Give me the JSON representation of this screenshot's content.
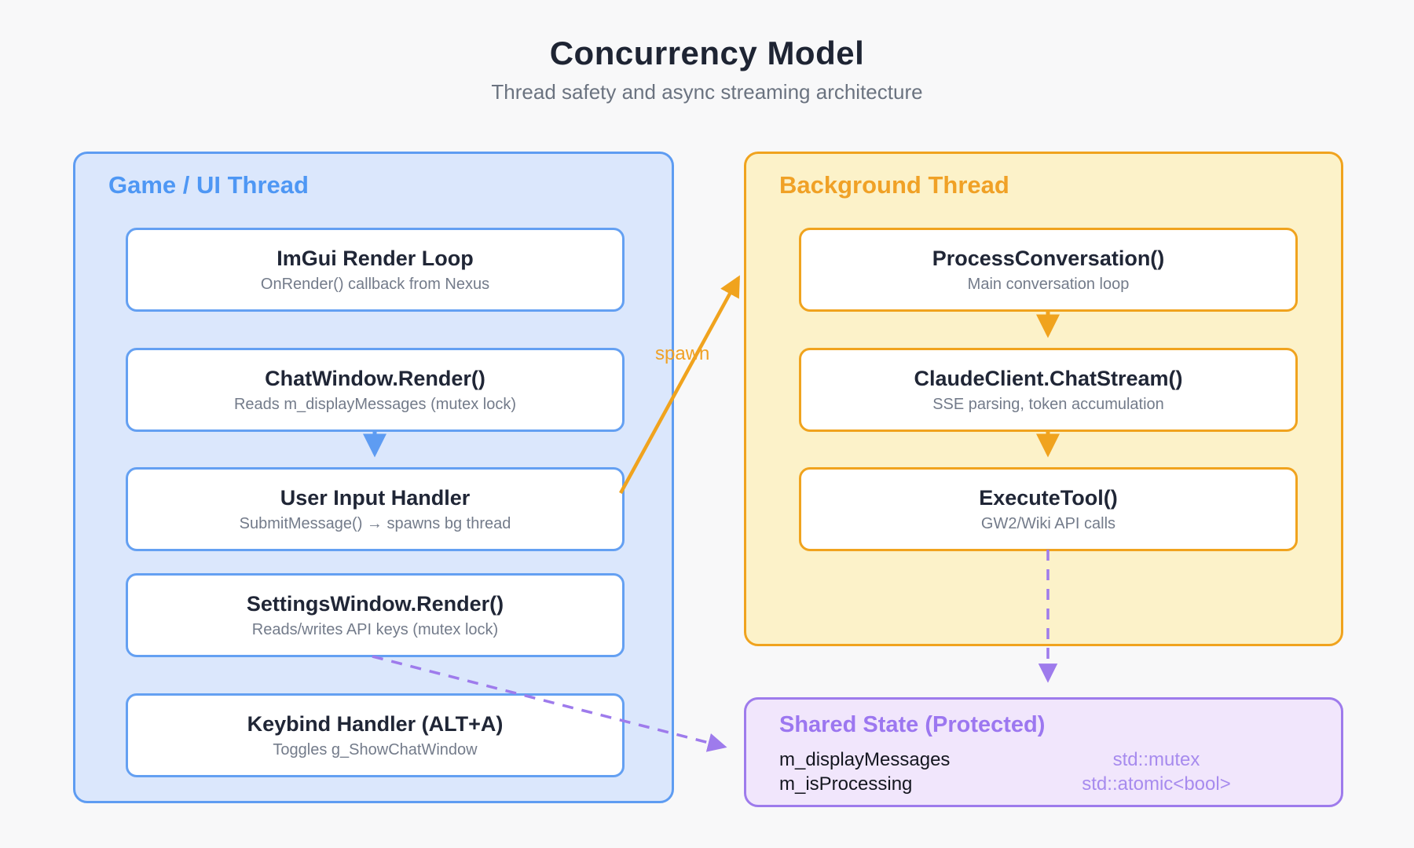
{
  "header": {
    "title": "Concurrency Model",
    "subtitle": "Thread safety and async streaming architecture"
  },
  "panels": {
    "game_ui": {
      "label": "Game / UI Thread",
      "boxes": [
        {
          "title": "ImGui Render Loop",
          "subtitle": "OnRender() callback from Nexus"
        },
        {
          "title": "ChatWindow.Render()",
          "subtitle": "Reads m_displayMessages (mutex lock)"
        },
        {
          "title": "User Input Handler",
          "subtitle": "SubmitMessage() → spawns bg thread"
        },
        {
          "title": "SettingsWindow.Render()",
          "subtitle": "Reads/writes API keys (mutex lock)"
        },
        {
          "title": "Keybind Handler (ALT+A)",
          "subtitle": "Toggles g_ShowChatWindow"
        }
      ]
    },
    "background": {
      "label": "Background Thread",
      "boxes": [
        {
          "title": "ProcessConversation()",
          "subtitle": "Main conversation loop"
        },
        {
          "title": "ClaudeClient.ChatStream()",
          "subtitle": "SSE parsing, token accumulation"
        },
        {
          "title": "ExecuteTool()",
          "subtitle": "GW2/Wiki API calls"
        }
      ]
    }
  },
  "shared_state": {
    "label": "Shared State (Protected)",
    "rows": [
      {
        "name": "m_displayMessages",
        "type": "std::mutex"
      },
      {
        "name": "m_isProcessing",
        "type": "std::atomic<bool>"
      }
    ]
  },
  "arrows": {
    "spawn_label": "spawn"
  },
  "colors": {
    "background": "#f8f8f9",
    "blue_accent": "#5e9cf2",
    "blue_panel_bg": "#dbe7fc",
    "orange_accent": "#f0a31e",
    "orange_panel_bg": "#fcf2c9",
    "purple_accent": "#9e7bec",
    "purple_panel_bg": "#f1e6fc",
    "title_text": "#1e2433",
    "subtitle_text": "#6b7380"
  }
}
